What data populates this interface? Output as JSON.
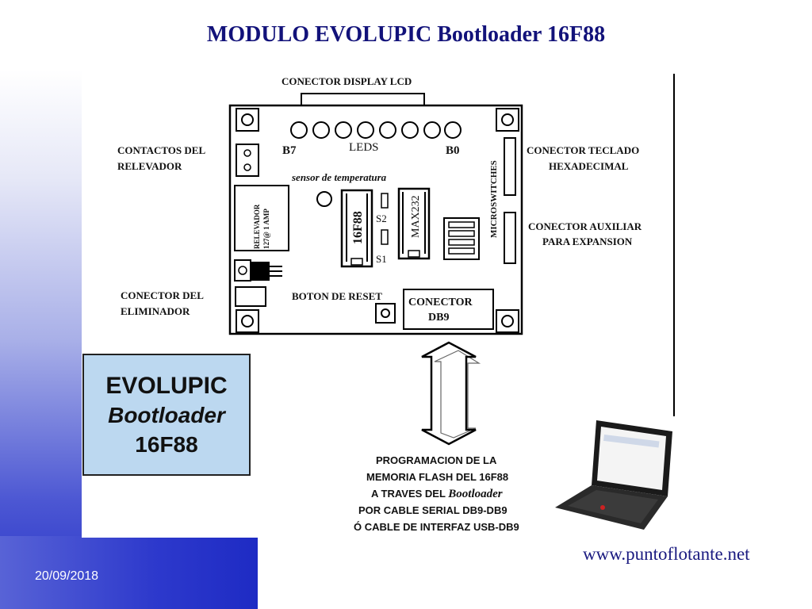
{
  "slide": {
    "title": "MODULO EVOLUPIC Bootloader 16F88",
    "date": "20/09/2018",
    "url": "www.puntoflotante.net"
  },
  "colors": {
    "title": "#12127a",
    "side_gradient_dark": "#2431c7",
    "logo_box": "#bcd8f0"
  },
  "board": {
    "lcd_connector": "CONECTOR DISPLAY LCD",
    "leds_label": "LEDS",
    "led_b7": "B7",
    "led_b0": "B0",
    "relay_contacts": [
      "CONTACTOS DEL",
      "RELEVADOR"
    ],
    "relay": [
      "RELEVADOR",
      "127@ 1 AMP"
    ],
    "temp_sensor": "sensor de temperatura",
    "chip_16f88": "16F88",
    "chip_max232": "MAX232",
    "switch_s2": "S2",
    "switch_s1": "S1",
    "microswitches": "MICROSWITCHES",
    "keypad_connector": [
      "CONECTOR TECLADO",
      "HEXADECIMAL"
    ],
    "aux_connector": [
      "CONECTOR AUXILIAR",
      "PARA EXPANSION"
    ],
    "power_connector": [
      "CONECTOR DEL",
      "ELIMINADOR"
    ],
    "reset_button": "BOTON DE RESET",
    "db9_connector": [
      "CONECTOR",
      "DB9"
    ]
  },
  "logo_box": {
    "line1": "EVOLUPIC",
    "line2": "Bootloader",
    "line3": "16F88"
  },
  "programming_note": {
    "lines": [
      "PROGRAMACION DE LA",
      "MEMORIA FLASH DEL 16F88",
      "A TRAVES DEL ",
      "POR CABLE SERIAL DB9-DB9",
      "Ó CABLE DE INTERFAZ USB-DB9"
    ],
    "italic_word": "Bootloader"
  }
}
